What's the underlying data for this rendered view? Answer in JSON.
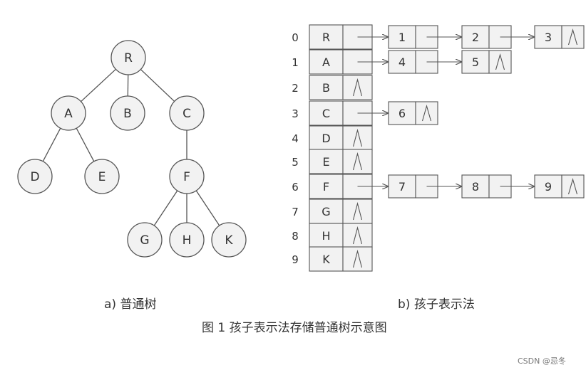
{
  "tree": {
    "nodes": [
      {
        "label": "R"
      },
      {
        "label": "A"
      },
      {
        "label": "B"
      },
      {
        "label": "C"
      },
      {
        "label": "D"
      },
      {
        "label": "E"
      },
      {
        "label": "F"
      },
      {
        "label": "G"
      },
      {
        "label": "H"
      },
      {
        "label": "K"
      }
    ],
    "edges": [
      [
        0,
        1
      ],
      [
        0,
        2
      ],
      [
        0,
        3
      ],
      [
        1,
        4
      ],
      [
        1,
        5
      ],
      [
        3,
        6
      ],
      [
        6,
        7
      ],
      [
        6,
        8
      ],
      [
        6,
        9
      ]
    ]
  },
  "children_list": {
    "rows": [
      {
        "index": "0",
        "label": "R",
        "children": [
          "1",
          "2",
          "3"
        ]
      },
      {
        "index": "1",
        "label": "A",
        "children": [
          "4",
          "5"
        ]
      },
      {
        "index": "2",
        "label": "B",
        "children": []
      },
      {
        "index": "3",
        "label": "C",
        "children": [
          "6"
        ]
      },
      {
        "index": "4",
        "label": "D",
        "children": []
      },
      {
        "index": "5",
        "label": "E",
        "children": []
      },
      {
        "index": "6",
        "label": "F",
        "children": [
          "7",
          "8",
          "9"
        ]
      },
      {
        "index": "7",
        "label": "G",
        "children": []
      },
      {
        "index": "8",
        "label": "H",
        "children": []
      },
      {
        "index": "9",
        "label": "K",
        "children": []
      }
    ]
  },
  "captions": {
    "left": "a) 普通树",
    "right": "b) 孩子表示法",
    "figure": "图 1 孩子表示法存储普通树示意图"
  },
  "watermark": "CSDN @忌冬",
  "colors": {
    "node_fill": "#f2f2f2",
    "stroke": "#555555",
    "text": "#333333"
  }
}
